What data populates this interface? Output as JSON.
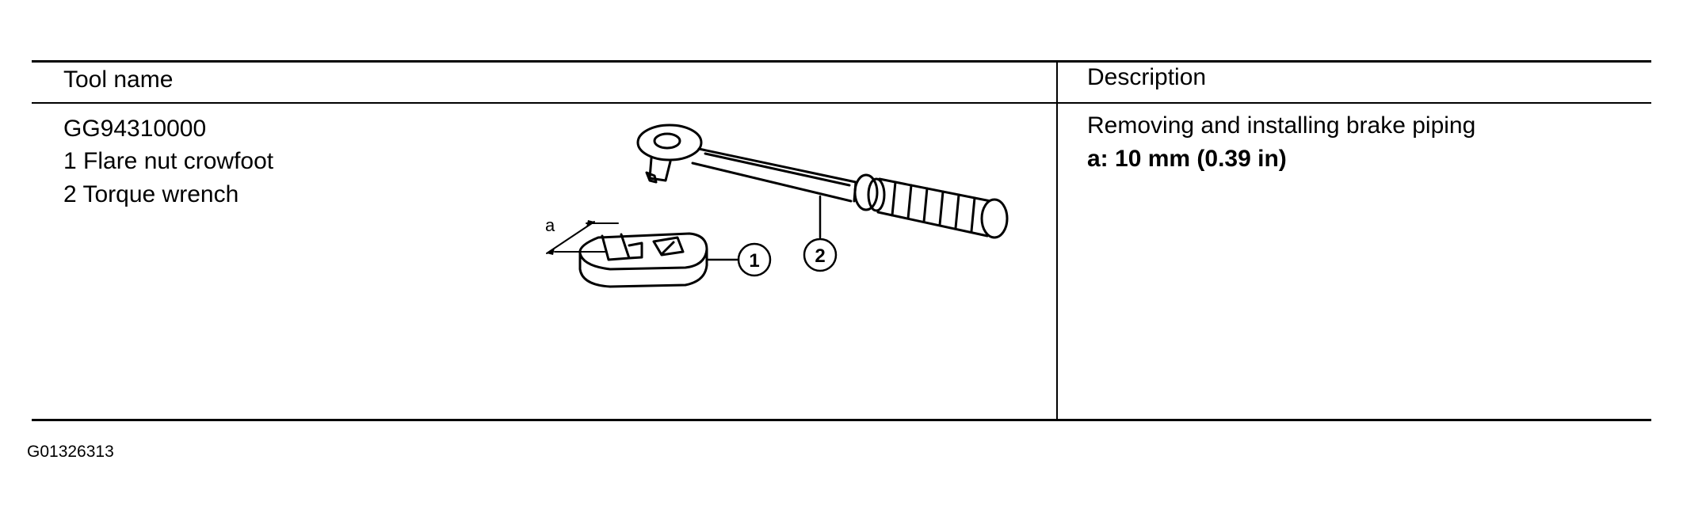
{
  "table": {
    "headers": [
      "Tool name",
      "Description"
    ],
    "tool_number": "GG94310000",
    "tool_parts": [
      "1 Flare nut crowfoot",
      "2 Torque wrench"
    ],
    "description": "Removing and installing brake piping",
    "dimension": "a: 10 mm (0.39 in)"
  },
  "illustration": {
    "dimension_label": "a",
    "callouts": [
      "1",
      "2"
    ]
  },
  "figure_id": "G01326313"
}
